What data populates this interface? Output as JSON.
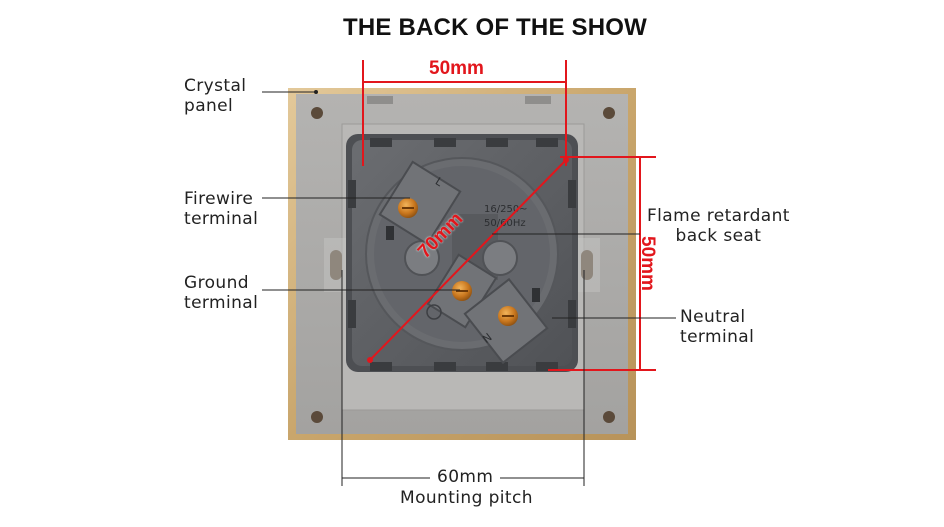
{
  "title": "THE BACK OF THE SHOW",
  "labels": {
    "crystal_panel": [
      "Crystal",
      "panel"
    ],
    "firewire_terminal": [
      "Firewire",
      "terminal"
    ],
    "ground_terminal": [
      "Ground",
      "terminal"
    ],
    "flame_retardant": [
      "Flame retardant",
      "back seat"
    ],
    "neutral_terminal": [
      "Neutral",
      "terminal"
    ]
  },
  "dimensions": {
    "top_width": "50mm",
    "right_height": "50mm",
    "diagonal": "70mm",
    "mounting_pitch_value": "60mm",
    "mounting_pitch_label": "Mounting pitch"
  },
  "socket_markings": {
    "rating_line1": "16/250~",
    "rating_line2": "50/60Hz",
    "live": "L",
    "neutral": "N"
  },
  "colors": {
    "accent_red": "#e2161c",
    "gold_frame": "#cfb07a",
    "grey_panel": "#a9a8a6",
    "dark_socket": "#5d5f63",
    "terminal_brass": "#d08a2a"
  }
}
